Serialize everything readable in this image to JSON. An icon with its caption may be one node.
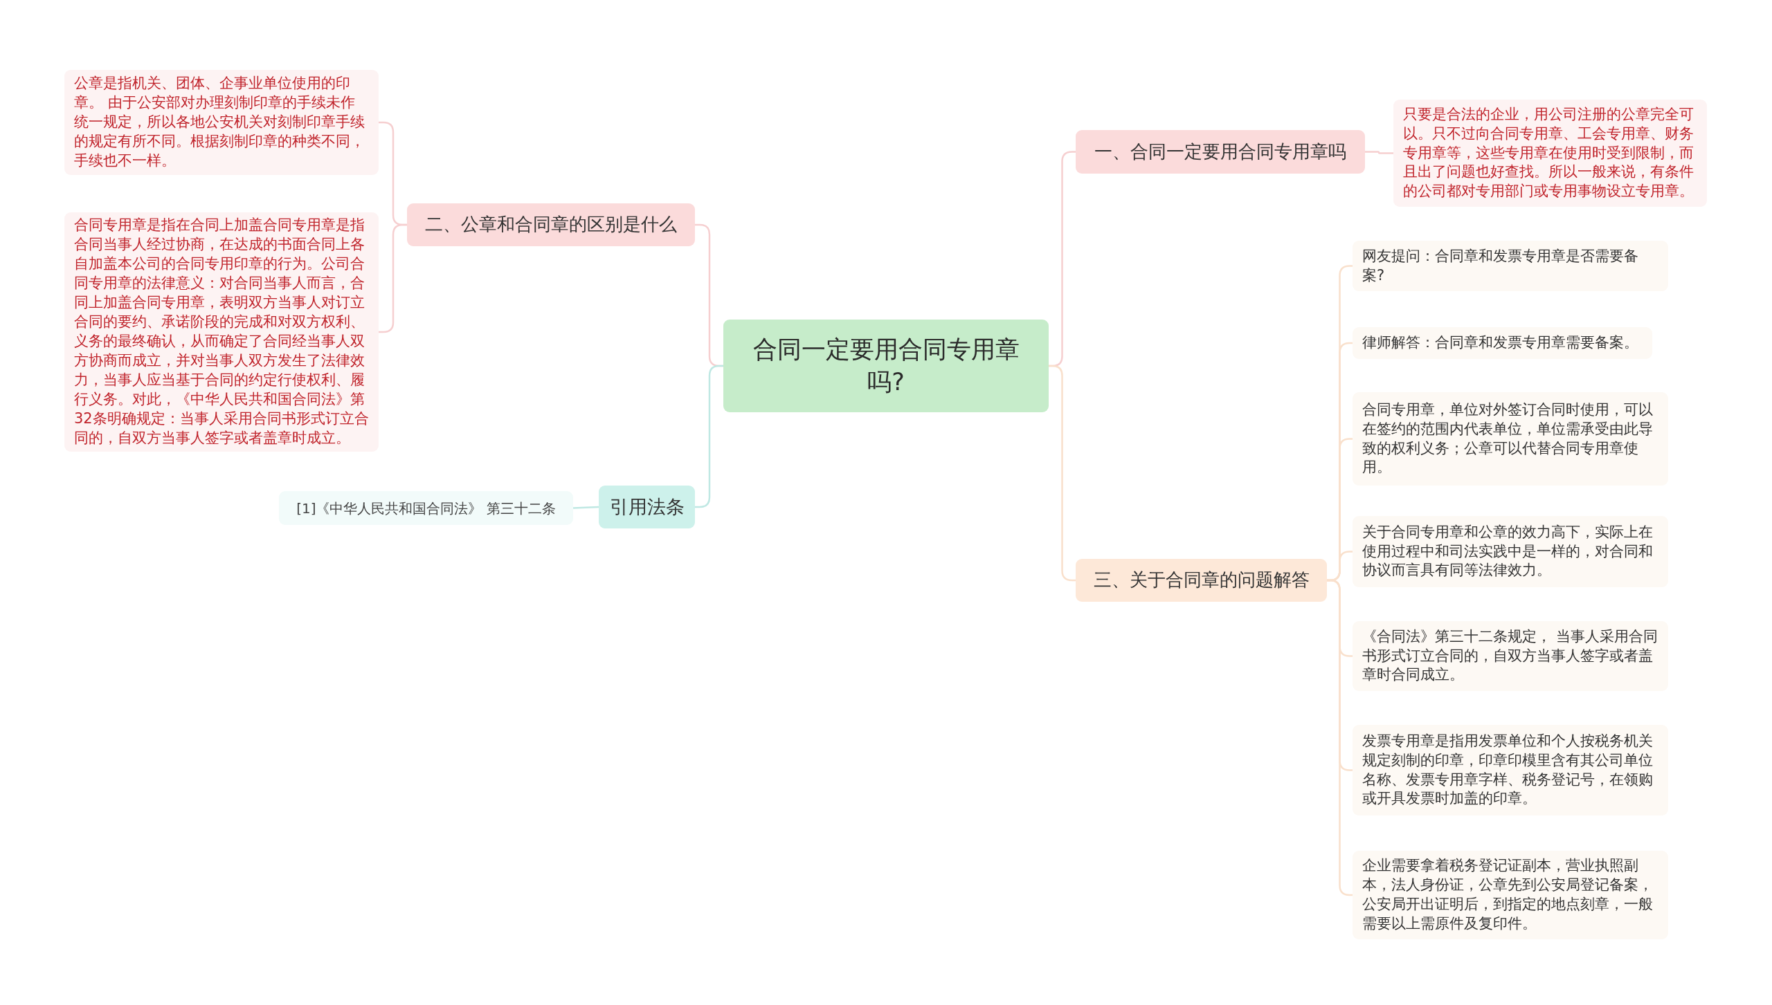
{
  "diagram": {
    "nodes": [
      {
        "text": [
          "合同一定要用合同专用章吗?"
        ]
      },
      {
        "text": [
          "一、合同一定要用合同专用章吗"
        ]
      },
      {
        "text": [
          "只要是合法的企业，用公司注册的公章完全可以。只不过向合同专用章、工会专用章、财务专用章等，这些专用章在使用时受到限制，而且出了问题也好查找。所以一般来说，有条件的公司都对专用部门或专用事物设立专用章。"
        ]
      },
      {
        "text": [
          "二、公章和合同章的区别是什么"
        ]
      },
      {
        "text": [
          "公章是指机关、团体、企事业单位使用的印章。 由于公安部对办理刻制印章的手续未作统一规定，所以各地公安机关对刻制印章手续的规定有所不同。根据刻制印章的种类不同，手续也不一样。"
        ]
      },
      {
        "text": [
          "合同专用章是指在合同上加盖合同专用章是指合同当事人经过协商，在达成的书面合同上各自加盖本公司的合同专用印章的行为。公司合同专用章的法律意义：对合同当事人而言，合同上加盖合同专用章，表明双方当事人对订立合同的要约、承诺阶段的完成和对双方权利、义务的最终确认，从而确定了合同经当事人双方协商而成立，并对当事人双方发生了法律效力，当事人应当基于合同的约定行使权利、履行义务。对此，《中华人民共和国合同法》第32条明确规定：当事人采用合同书形式订立合同的，自双方当事人签字或者盖章时成立。"
        ]
      },
      {
        "text": [
          "引用法条"
        ]
      },
      {
        "text": [
          "[1]《中华人民共和国合同法》 第三十二条"
        ]
      },
      {
        "text": [
          "三、关于合同章的问题解答"
        ]
      },
      {
        "text": [
          "网友提问：合同章和发票专用章是否需要备案?"
        ]
      },
      {
        "text": [
          "律师解答：合同章和发票专用章需要备案。"
        ]
      },
      {
        "text": [
          "合同专用章，单位对外签订合同时使用，可以在签约的范围内代表单位，单位需承受由此导致的权利义务；公章可以代替合同专用章使用。"
        ]
      },
      {
        "text": [
          "关于合同专用章和公章的效力高下，实际上在使用过程中和司法实践中是一样的，对合同和协议而言具有同等法律效力。"
        ]
      },
      {
        "text": [
          "《合同法》第三十二条规定， 当事人采用合同书形式订立合同的，自双方当事人签字或者盖章时合同成立。"
        ]
      },
      {
        "text": [
          "发票专用章是指用发票单位和个人按税务机关规定刻制的印章，印章印模里含有其公司单位名称、发票专用章字样、税务登记号，在领购或开具发票时加盖的印章。"
        ]
      },
      {
        "text": [
          "企业需要拿着税务登记证副本，营业执照副本，法人身份证，公章先到公安局登记备案，公安局开出证明后，到指定的地点刻章，一般需要以上需原件及复印件。"
        ]
      }
    ],
    "edges": [
      {
        "from": 0,
        "to": 1,
        "arrow": "none",
        "color": "#f6cfd0"
      },
      {
        "from": 1,
        "to": 2,
        "arrow": "none",
        "color": "#f6cfd0"
      },
      {
        "from": 0,
        "to": 3,
        "arrow": "none",
        "color": "#f6cfd0"
      },
      {
        "from": 3,
        "to": 4,
        "arrow": "none",
        "color": "#f6cfd0"
      },
      {
        "from": 3,
        "to": 5,
        "arrow": "none",
        "color": "#f6cfd0"
      },
      {
        "from": 0,
        "to": 6,
        "arrow": "none",
        "color": "#bfe8e3"
      },
      {
        "from": 6,
        "to": 7,
        "arrow": "none",
        "color": "#bfe8e3"
      },
      {
        "from": 0,
        "to": 8,
        "arrow": "none"
      },
      {
        "from": 8,
        "to": 9,
        "arrow": "none"
      },
      {
        "from": 8,
        "to": 10,
        "arrow": "none"
      },
      {
        "from": 8,
        "to": 11,
        "arrow": "none"
      },
      {
        "from": 8,
        "to": 12,
        "arrow": "none"
      },
      {
        "from": 8,
        "to": 13,
        "arrow": "none"
      },
      {
        "from": 8,
        "to": 14,
        "arrow": "none"
      },
      {
        "from": 8,
        "to": 15,
        "arrow": "none"
      }
    ]
  }
}
